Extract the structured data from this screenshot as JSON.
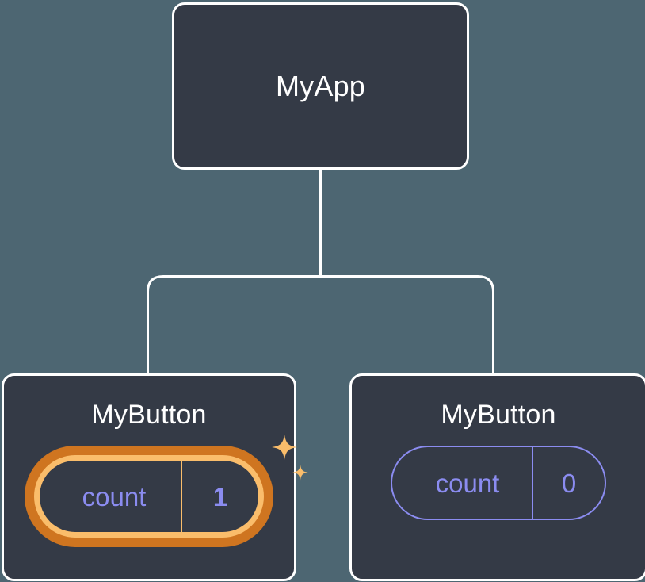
{
  "diagram": {
    "type": "component-tree",
    "background_color": "#4d6672",
    "node_fill_color": "#343a46",
    "node_border_color": "#ffffff",
    "state_color": "#8b8cf0",
    "highlight_outer_color": "#cf7520",
    "highlight_inner_color": "#fabd6b",
    "sparkle_color": "#fabd6b",
    "root": {
      "title": "MyApp"
    },
    "children": [
      {
        "title": "MyButton",
        "state": {
          "key": "count",
          "value": "1"
        },
        "highlighted": true,
        "sparkles": 2
      },
      {
        "title": "MyButton",
        "state": {
          "key": "count",
          "value": "0"
        },
        "highlighted": false,
        "sparkles": 0
      }
    ]
  }
}
